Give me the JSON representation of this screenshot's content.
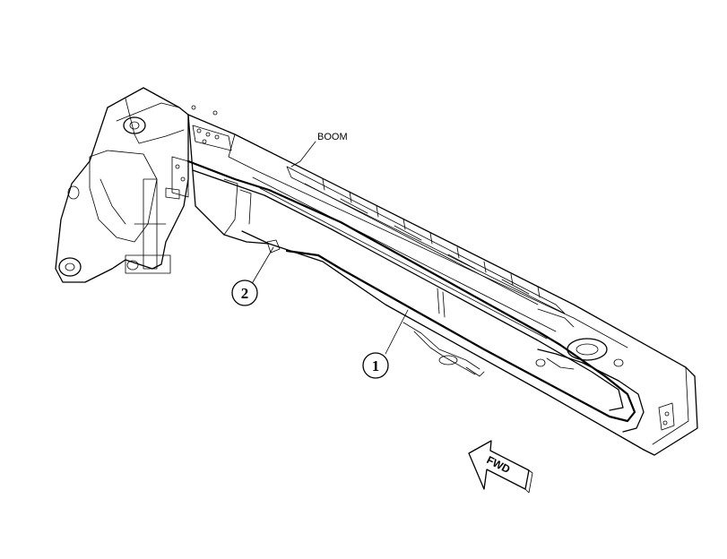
{
  "labels": {
    "boom": "BOOM",
    "forward": "FWD"
  },
  "callouts": [
    {
      "number": "1"
    },
    {
      "number": "2"
    }
  ],
  "colors": {
    "ink": "#000000",
    "background": "#ffffff"
  }
}
